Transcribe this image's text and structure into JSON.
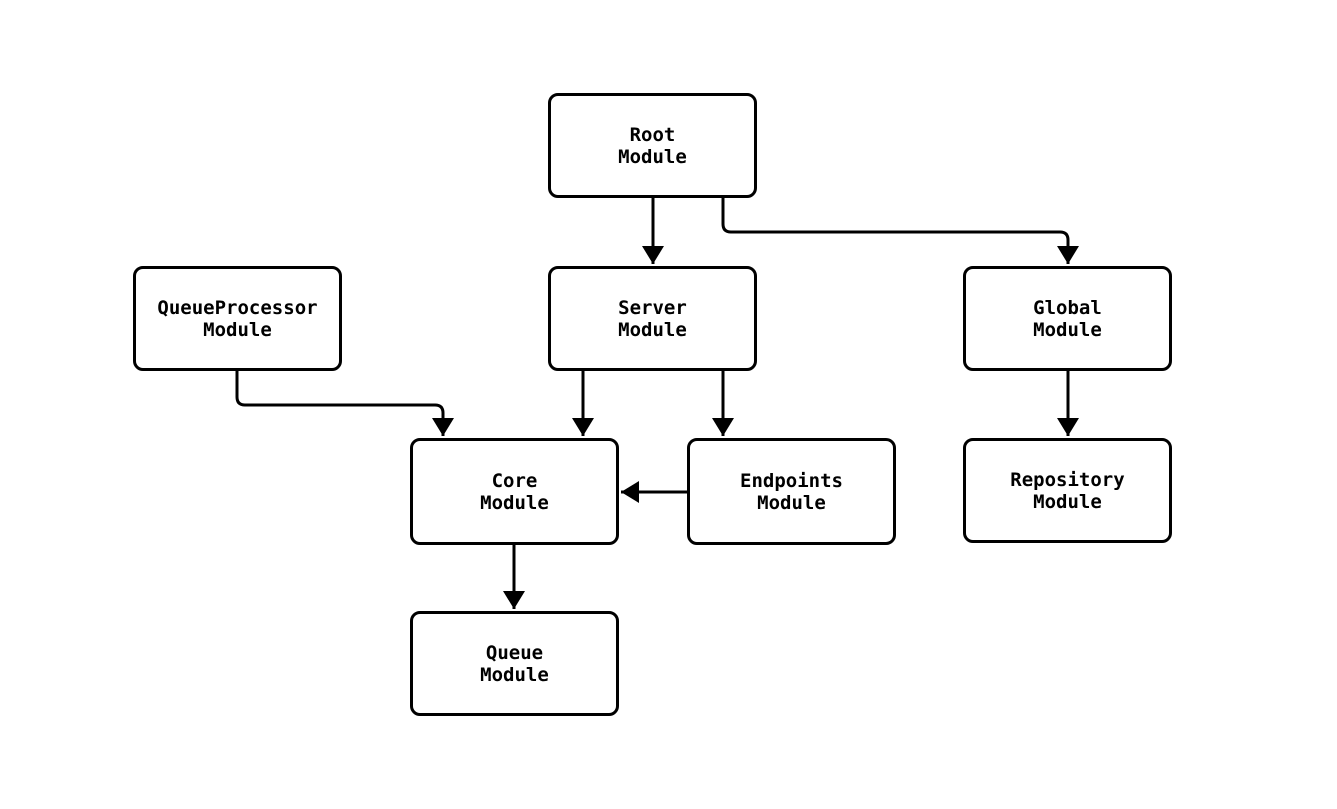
{
  "diagram": {
    "type": "module-dependency-flowchart",
    "background": "#ffffff",
    "node_style": {
      "fill": "#ffffff",
      "border": "#000000",
      "text": "#000000"
    },
    "edge_color": "#000000",
    "nodes": [
      {
        "id": "root",
        "line1": "Root",
        "line2": "Module",
        "label": "Root Module"
      },
      {
        "id": "queueProcessor",
        "line1": "QueueProcessor",
        "line2": "Module",
        "label": "QueueProcessor Module"
      },
      {
        "id": "server",
        "line1": "Server",
        "line2": "Module",
        "label": "Server Module"
      },
      {
        "id": "global",
        "line1": "Global",
        "line2": "Module",
        "label": "Global Module"
      },
      {
        "id": "core",
        "line1": "Core",
        "line2": "Module",
        "label": "Core Module"
      },
      {
        "id": "endpoints",
        "line1": "Endpoints",
        "line2": "Module",
        "label": "Endpoints Module"
      },
      {
        "id": "repository",
        "line1": "Repository",
        "line2": "Module",
        "label": "Repository Module"
      },
      {
        "id": "queue",
        "line1": "Queue",
        "line2": "Module",
        "label": "Queue Module"
      }
    ],
    "edges": [
      {
        "from": "Root Module",
        "to": "Server Module"
      },
      {
        "from": "Root Module",
        "to": "Global Module"
      },
      {
        "from": "QueueProcessor Module",
        "to": "Core Module"
      },
      {
        "from": "Server Module",
        "to": "Core Module"
      },
      {
        "from": "Server Module",
        "to": "Endpoints Module"
      },
      {
        "from": "Endpoints Module",
        "to": "Core Module"
      },
      {
        "from": "Core Module",
        "to": "Queue Module"
      },
      {
        "from": "Global Module",
        "to": "Repository Module"
      }
    ]
  }
}
